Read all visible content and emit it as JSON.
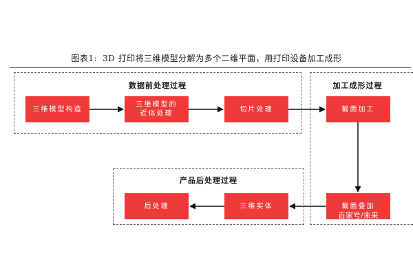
{
  "figure": {
    "caption_label": "图表1:",
    "caption_text": "3D 打印将三维模型分解为多个二维平面，用打印设备加工成形"
  },
  "groups": {
    "preprocessing": {
      "title": "数据前处理过程",
      "boxes": [
        "三维模型构造",
        "三维模型的",
        "近似处理",
        "切片处理"
      ]
    },
    "fabrication": {
      "title": "加工成形过程",
      "boxes": [
        "截面加工",
        "截面叠加"
      ]
    },
    "postprocessing": {
      "title": "产品后处理过程",
      "boxes": [
        "三维实体",
        "后处理"
      ]
    }
  },
  "watermark": "百家号/未来"
}
